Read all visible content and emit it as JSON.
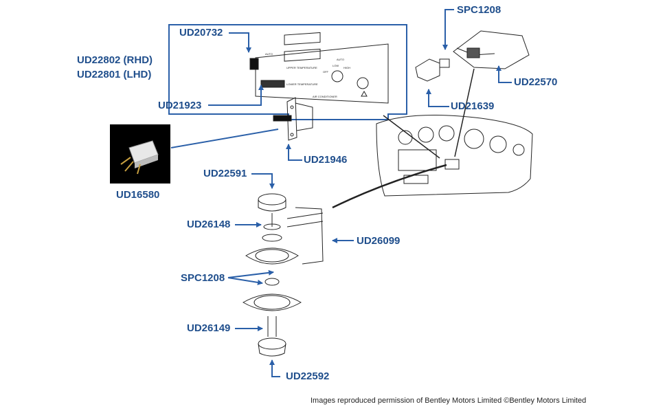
{
  "colors": {
    "label": "#1f4e8c",
    "arrow": "#2a5fa8",
    "line": "#222222"
  },
  "labels": {
    "ud20732": "UD20732",
    "ud22802": "UD22802 (RHD)",
    "ud22801": "UD22801 (LHD)",
    "ud21923": "UD21923",
    "spc1208_top": "SPC1208",
    "ud22570": "UD22570",
    "ud21639": "UD21639",
    "ud21946": "UD21946",
    "ud16580": "UD16580",
    "ud22591": "UD22591",
    "ud26148": "UD26148",
    "ud26099": "UD26099",
    "spc1208_mid": "SPC1208",
    "ud26149": "UD26149",
    "ud22592": "UD22592"
  },
  "panel_text": {
    "auto": "AUTO",
    "upper_temperature": "UPPER TEMPERATURE",
    "lower_temperature": "LOWER TEMPERATURE",
    "air_conditioner": "AIR CONDITIONER",
    "off": "OFF",
    "low": "LOW",
    "high": "HIGH",
    "auto2": "AUTO"
  },
  "credit": "Images reproduced permission of Bentley Motors Limited ©Bentley Motors Limited"
}
